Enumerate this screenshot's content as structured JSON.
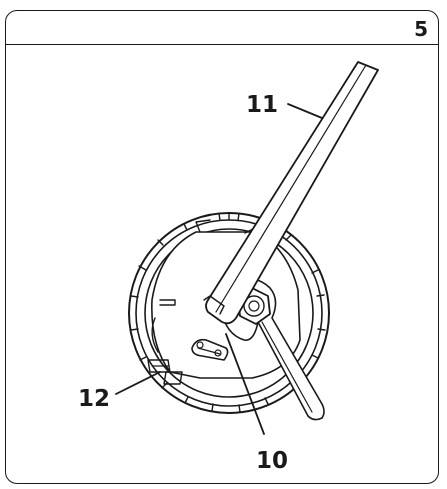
{
  "step_number": "5",
  "callouts": {
    "c10": "10",
    "c11": "11",
    "c12": "12"
  },
  "colors": {
    "line": "#1a1a1a",
    "background": "#ffffff"
  }
}
